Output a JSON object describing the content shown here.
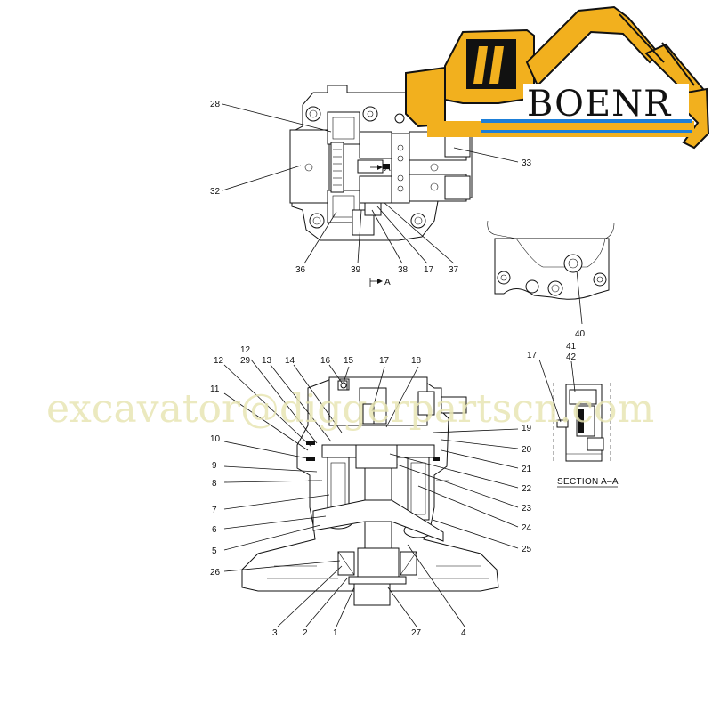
{
  "top_view": {
    "labels": {
      "l28": "28",
      "l32": "32",
      "l36": "36",
      "l39": "39",
      "l38": "38",
      "l17": "17",
      "l37": "37",
      "l33": "33"
    },
    "arrow_a_inner": "A",
    "arrow_a_bottom": "A"
  },
  "detail_view": {
    "l40": "40"
  },
  "section_view": {
    "l41": "41",
    "l42": "42",
    "l17": "17",
    "title": "SECTION A–A"
  },
  "main_view": {
    "labels": {
      "l12a": "12",
      "l12b": "12",
      "l29": "29",
      "l13": "13",
      "l14": "14",
      "l16": "16",
      "l15": "15",
      "l17": "17",
      "l18": "18",
      "l11": "11",
      "l10": "10",
      "l9": "9",
      "l8": "8",
      "l7": "7",
      "l6": "6",
      "l5": "5",
      "l26": "26",
      "l19": "19",
      "l20": "20",
      "l21": "21",
      "l22": "22",
      "l23": "23",
      "l24": "24",
      "l25": "25",
      "l3": "3",
      "l2": "2",
      "l1": "1",
      "l27": "27",
      "l4": "4"
    }
  },
  "watermark": "excavator@diggerpartscn.com",
  "brand": {
    "name": "BOENR",
    "colors": {
      "yellow": "#f2b01e",
      "black": "#111111",
      "blue": "#1d7fd8"
    }
  }
}
